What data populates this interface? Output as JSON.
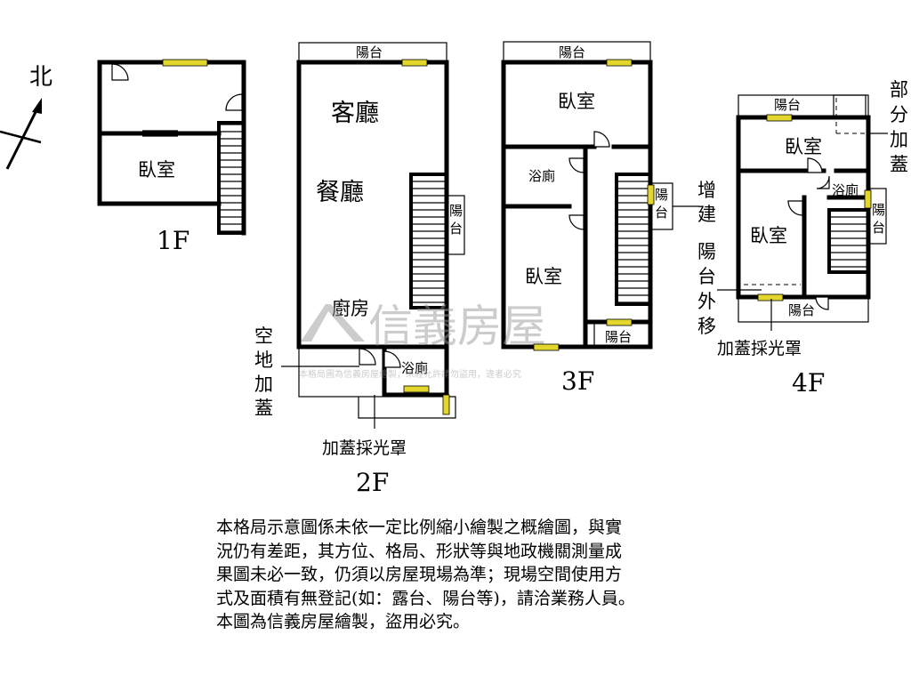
{
  "compass": {
    "label": "北"
  },
  "floors": {
    "f1": {
      "name": "1F",
      "rooms": [
        "臥室"
      ]
    },
    "f2": {
      "name": "2F",
      "rooms": [
        "客廳",
        "餐廳",
        "廚房",
        "浴廁"
      ],
      "balconies": [
        "陽台",
        "陽",
        "台"
      ]
    },
    "f3": {
      "name": "3F",
      "rooms": [
        "臥室",
        "浴廁",
        "臥室"
      ],
      "balconies": [
        "陽台",
        "陽",
        "台",
        "陽台"
      ]
    },
    "f4": {
      "name": "4F",
      "rooms": [
        "臥室",
        "浴廁",
        "臥室"
      ],
      "balconies": [
        "陽台",
        "陽",
        "台",
        "陽台"
      ]
    }
  },
  "annotations": {
    "open_space_addition": [
      "空",
      "地",
      "加",
      "蓋"
    ],
    "skylight_2f": "加蓋採光罩",
    "addition_3f": [
      "增",
      "建"
    ],
    "balcony_moved": [
      "陽",
      "台",
      "外",
      "移"
    ],
    "skylight_4f": "加蓋採光罩",
    "partial_addition": [
      "部",
      "分",
      "加",
      "蓋"
    ]
  },
  "watermark": {
    "brand": "信義房屋",
    "notice": "本格局圖為信義房屋繪製，未經允許請勿盜用，違者必究"
  },
  "disclaimer": [
    "本格局示意圖係未依一定比例縮小繪製之概繪圖，與實",
    "況仍有差距，其方位、格局、形狀等與地政機關測量成",
    "果圖未必一致，仍須以房屋現場為準；現場空間使用方",
    "式及面積有無登記(如：露台、陽台等)，請洽業務人員。",
    "本圖為信義房屋繪製，盜用必究。"
  ],
  "colors": {
    "window": "#e3d62c",
    "walls": "#000000",
    "watermark": "#9a9a9a"
  }
}
